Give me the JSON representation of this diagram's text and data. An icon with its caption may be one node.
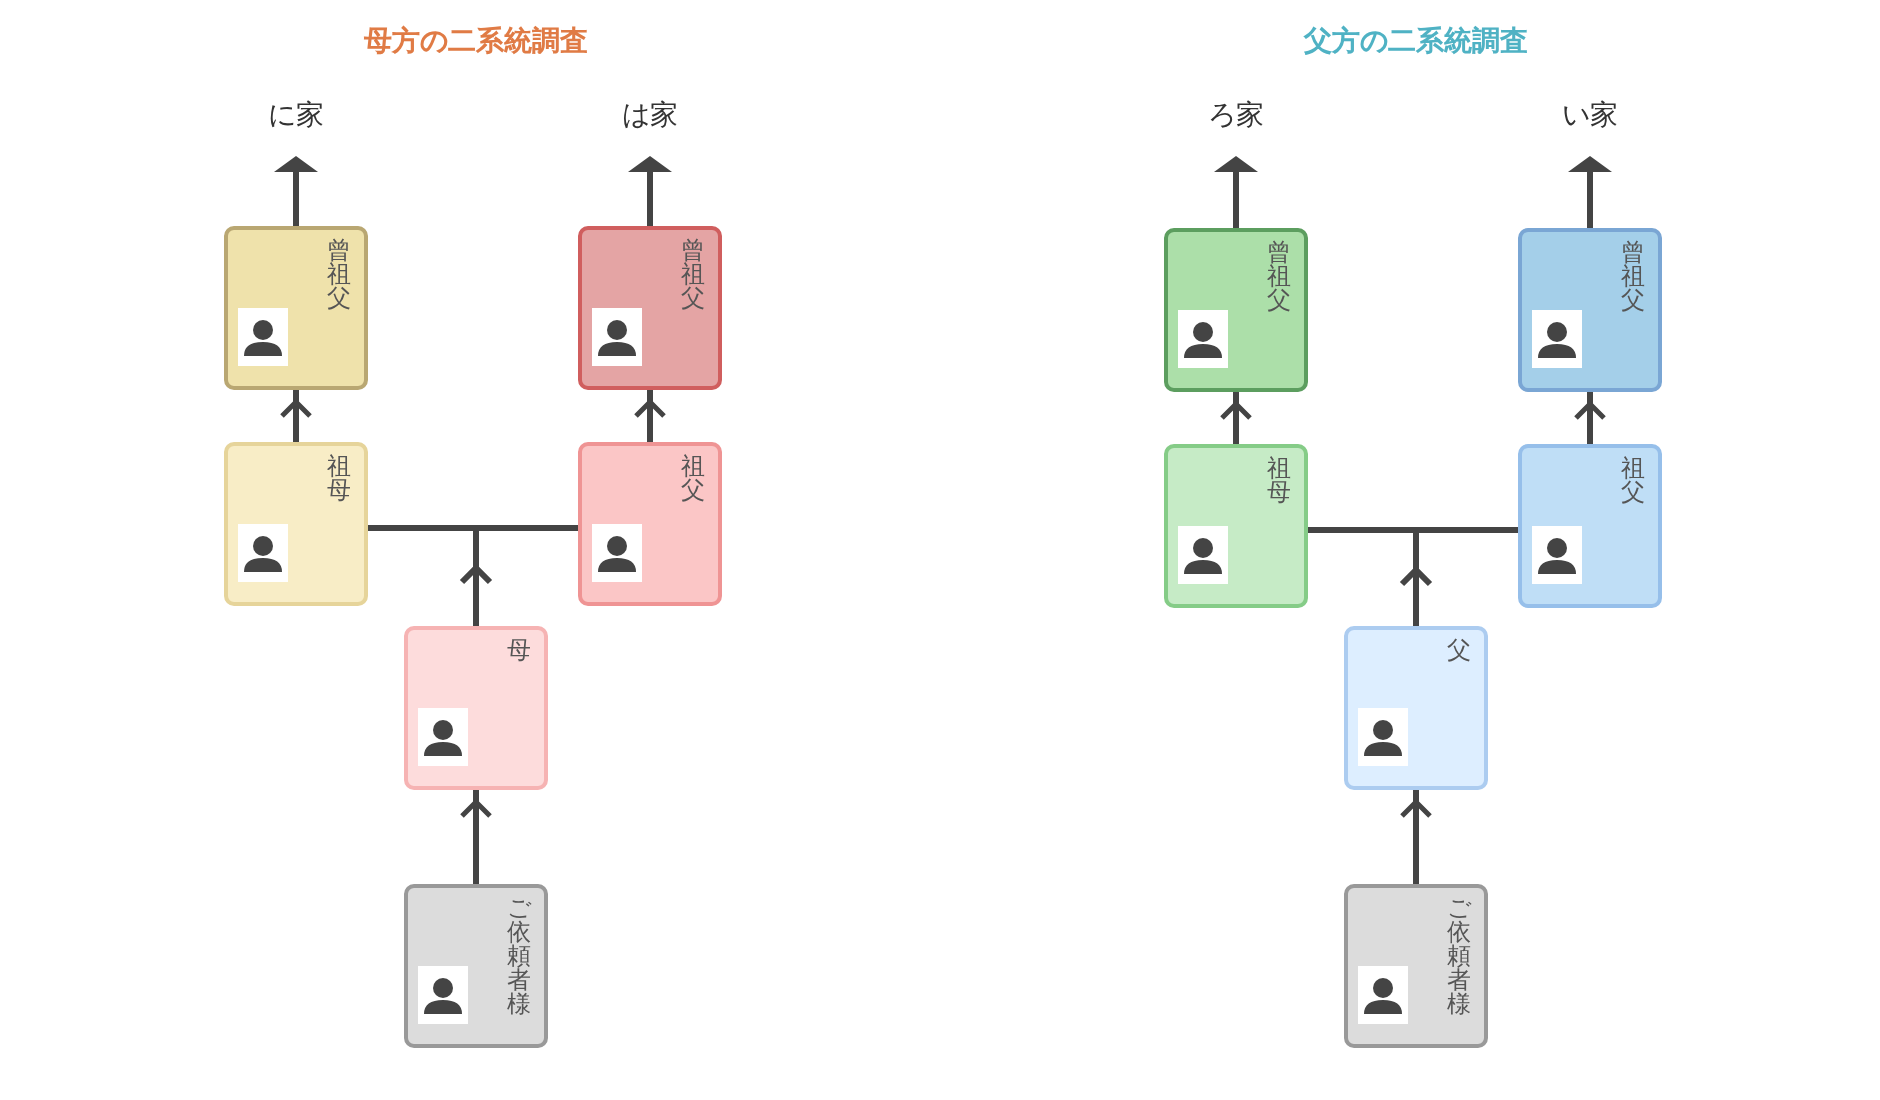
{
  "diagram": {
    "nodes": [
      {
        "text": [
          "に家"
        ]
      },
      {
        "text": [
          "は家"
        ]
      },
      {
        "text": [
          "曾祖父"
        ]
      },
      {
        "text": [
          "曾祖父"
        ]
      },
      {
        "text": [
          "祖母"
        ]
      },
      {
        "text": [
          "祖父"
        ]
      },
      {
        "text": [
          "母"
        ]
      },
      {
        "text": [
          "ご依頼者様"
        ]
      },
      {
        "text": [
          "ろ家"
        ]
      },
      {
        "text": [
          "い家"
        ]
      },
      {
        "text": [
          "曾祖父"
        ]
      },
      {
        "text": [
          "曾祖父"
        ]
      },
      {
        "text": [
          "祖母"
        ]
      },
      {
        "text": [
          "祖父"
        ]
      },
      {
        "text": [
          "父"
        ]
      },
      {
        "text": [
          "ご依頼者様"
        ]
      }
    ],
    "edges": [
      {
        "from": 7,
        "to": 6,
        "arrow": "to"
      },
      {
        "from": 6,
        "to": 4,
        "arrow": "to"
      },
      {
        "from": 6,
        "to": 5,
        "arrow": "to"
      },
      {
        "from": 4,
        "to": 2,
        "arrow": "to"
      },
      {
        "from": 5,
        "to": 3,
        "arrow": "to"
      },
      {
        "from": 2,
        "to": 0,
        "arrow": "to"
      },
      {
        "from": 3,
        "to": 1,
        "arrow": "to"
      },
      {
        "from": 15,
        "to": 14,
        "arrow": "to"
      },
      {
        "from": 14,
        "to": 12,
        "arrow": "to"
      },
      {
        "from": 14,
        "to": 13,
        "arrow": "to"
      },
      {
        "from": 12,
        "to": 10,
        "arrow": "to"
      },
      {
        "from": 13,
        "to": 11,
        "arrow": "to"
      },
      {
        "from": 10,
        "to": 8,
        "arrow": "to"
      },
      {
        "from": 11,
        "to": 9,
        "arrow": "to"
      }
    ],
    "labels": [
      "母方の二系統調査",
      "父方の二系統調査"
    ]
  }
}
